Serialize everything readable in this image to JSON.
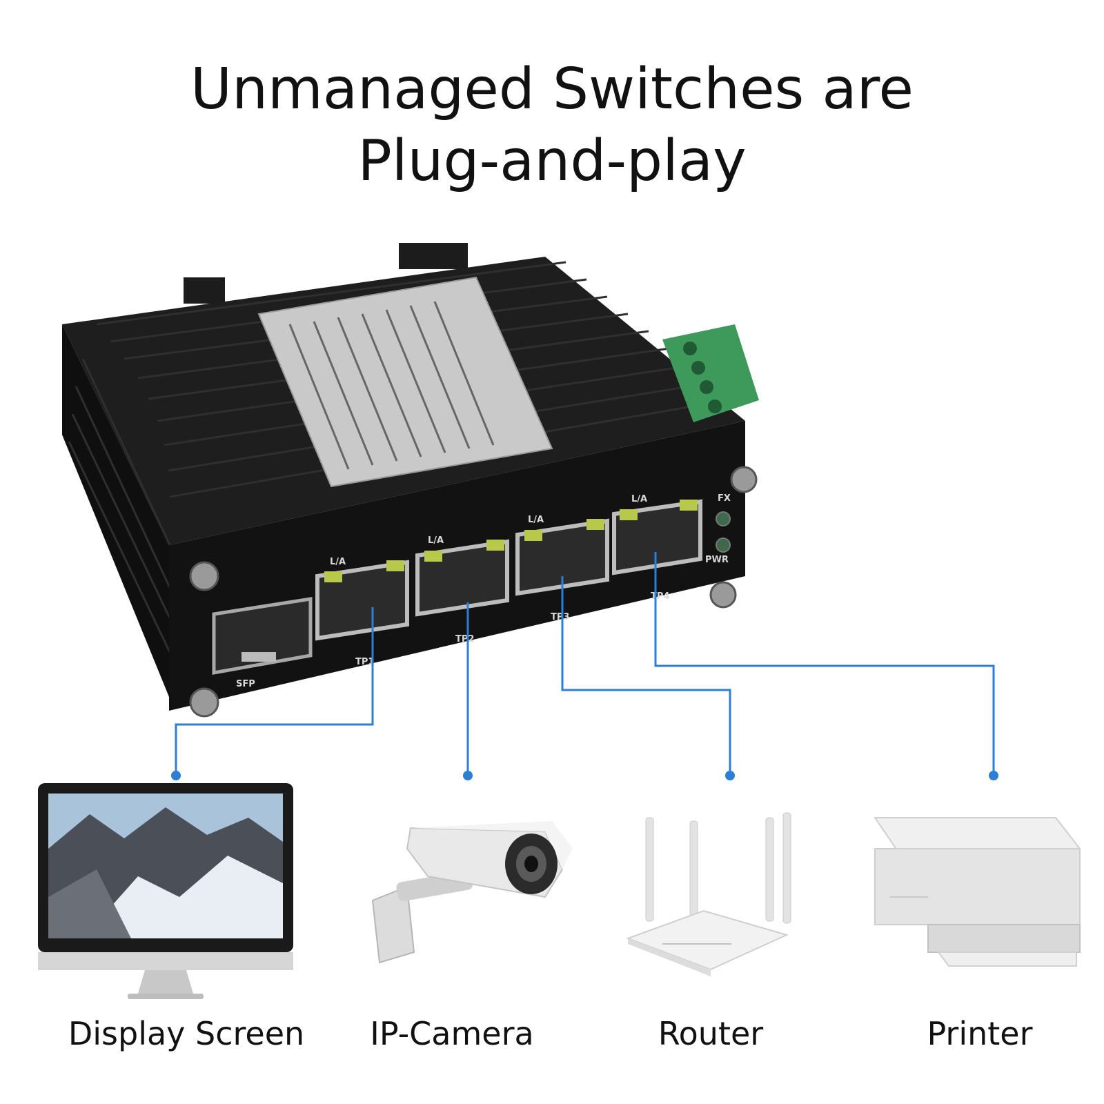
{
  "title_line1": "Unmanaged Switches are",
  "title_line2": "Plug-and-play",
  "switch": {
    "port_led_label": "L/A",
    "ports": [
      "TP1",
      "TP2",
      "TP3",
      "TP4"
    ],
    "sfp_label": "SFP",
    "status_leds": [
      "FX",
      "PWR"
    ]
  },
  "devices": [
    {
      "name": "Display Screen",
      "icon": "monitor-icon"
    },
    {
      "name": "IP-Camera",
      "icon": "camera-icon"
    },
    {
      "name": "Router",
      "icon": "router-icon"
    },
    {
      "name": "Printer",
      "icon": "printer-icon"
    }
  ],
  "colors": {
    "connector_line": "#2b7fd4",
    "switch_body": "#151515",
    "terminal_block": "#3e9a5a"
  }
}
